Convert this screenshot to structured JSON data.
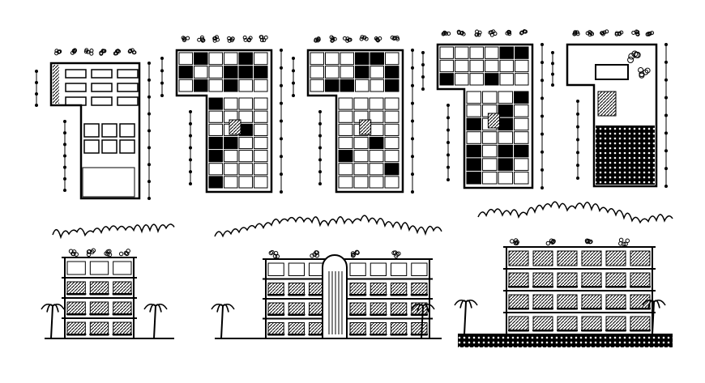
{
  "drawing": {
    "colors": {
      "background": "#ffffff",
      "ink": "#000000"
    },
    "floor_plans": [
      {
        "id": "plan-parking"
      },
      {
        "id": "plan-ground-floor"
      },
      {
        "id": "plan-typical-floor"
      },
      {
        "id": "plan-upper-floor"
      },
      {
        "id": "plan-roof"
      }
    ],
    "elevations": [
      {
        "id": "elevation-side"
      },
      {
        "id": "elevation-front"
      },
      {
        "id": "section"
      }
    ]
  }
}
